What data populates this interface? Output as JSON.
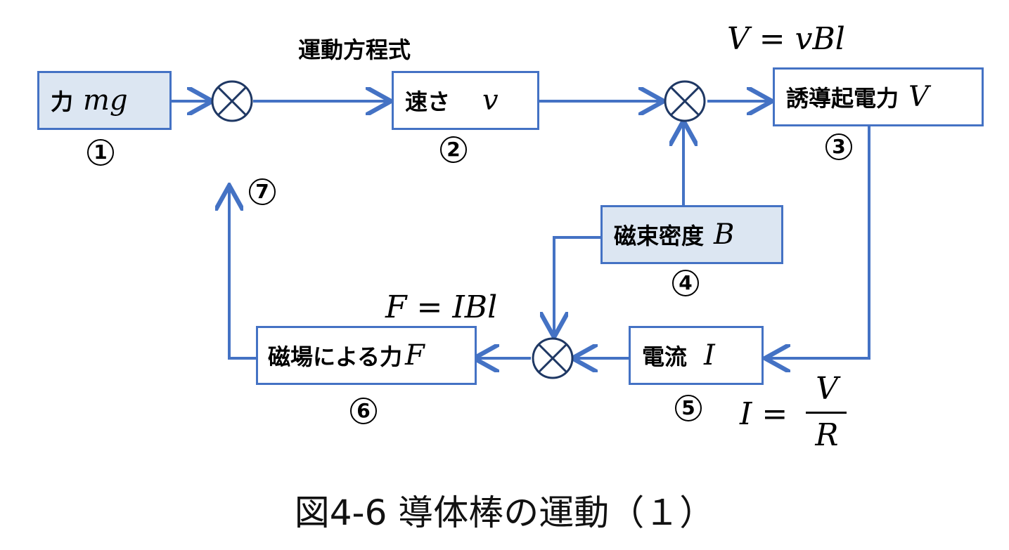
{
  "blocks": {
    "force": {
      "label": "力",
      "var": "mg",
      "num": "1"
    },
    "speed": {
      "label": "速さ",
      "var": "v",
      "num": "2"
    },
    "emf": {
      "label": "誘導起電力",
      "var": "V",
      "num": "3"
    },
    "flux": {
      "label": "磁束密度",
      "var": "B",
      "num": "4"
    },
    "current": {
      "label": "電流",
      "var": "I",
      "num": "5"
    },
    "magforce": {
      "label": "磁場による力",
      "var": "F",
      "num": "6"
    },
    "feedback": {
      "num": "7"
    }
  },
  "equations": {
    "motion_label": "運動方程式",
    "emf_eq": "V = vBl",
    "force_eq": "F = IBl",
    "current_lhs": "I =",
    "current_num": "V",
    "current_den": "R"
  },
  "caption": "図4-6 導体棒の運動（１）",
  "colors": {
    "line": "#4472c4",
    "input_fill": "#dce6f2",
    "junction": "#1f3864"
  }
}
